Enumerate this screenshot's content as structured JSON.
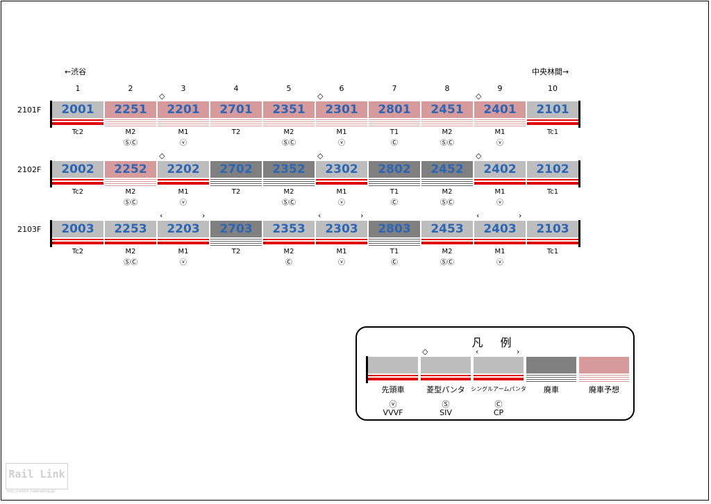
{
  "header": {
    "left_dir": "←渋谷",
    "right_dir": "中央林間→",
    "positions": [
      "1",
      "2",
      "3",
      "4",
      "5",
      "6",
      "7",
      "8",
      "9",
      "10"
    ]
  },
  "formations": [
    {
      "label": "2101F",
      "cars": [
        {
          "num": "2001",
          "type": "Tc2",
          "equip": "",
          "style": "gray",
          "bottom": "red",
          "panta": ""
        },
        {
          "num": "2251",
          "type": "M2",
          "equip": "ⓈⒸ",
          "style": "pink",
          "bottom": "lines-pink",
          "panta": ""
        },
        {
          "num": "2201",
          "type": "M1",
          "equip": "ⓥ",
          "style": "pink",
          "bottom": "lines-pink",
          "panta": "◇"
        },
        {
          "num": "2701",
          "type": "T2",
          "equip": "",
          "style": "pink",
          "bottom": "lines-pink",
          "panta": ""
        },
        {
          "num": "2351",
          "type": "M2",
          "equip": "ⓈⒸ",
          "style": "pink",
          "bottom": "lines-pink",
          "panta": ""
        },
        {
          "num": "2301",
          "type": "M1",
          "equip": "ⓥ",
          "style": "pink",
          "bottom": "lines-pink",
          "panta": "◇"
        },
        {
          "num": "2801",
          "type": "T1",
          "equip": "Ⓒ",
          "style": "pink",
          "bottom": "lines-pink",
          "panta": ""
        },
        {
          "num": "2451",
          "type": "M2",
          "equip": "ⓈⒸ",
          "style": "pink",
          "bottom": "lines-pink",
          "panta": ""
        },
        {
          "num": "2401",
          "type": "M1",
          "equip": "ⓥ",
          "style": "pink",
          "bottom": "lines-pink",
          "panta": "◇"
        },
        {
          "num": "2101",
          "type": "Tc1",
          "equip": "",
          "style": "gray",
          "bottom": "red",
          "panta": ""
        }
      ]
    },
    {
      "label": "2102F",
      "cars": [
        {
          "num": "2002",
          "type": "Tc2",
          "equip": "",
          "style": "gray",
          "bottom": "red",
          "panta": ""
        },
        {
          "num": "2252",
          "type": "M2",
          "equip": "ⓈⒸ",
          "style": "pink",
          "bottom": "lines-pink",
          "panta": ""
        },
        {
          "num": "2202",
          "type": "M1",
          "equip": "ⓥ",
          "style": "gray",
          "bottom": "red",
          "panta": "◇"
        },
        {
          "num": "2702",
          "type": "T2",
          "equip": "",
          "style": "dark",
          "bottom": "lines-dark",
          "panta": ""
        },
        {
          "num": "2352",
          "type": "M2",
          "equip": "ⓈⒸ",
          "style": "dark",
          "bottom": "lines-dark",
          "panta": ""
        },
        {
          "num": "2302",
          "type": "M1",
          "equip": "ⓥ",
          "style": "gray",
          "bottom": "red",
          "panta": "◇"
        },
        {
          "num": "2802",
          "type": "T1",
          "equip": "Ⓒ",
          "style": "dark",
          "bottom": "lines-dark",
          "panta": ""
        },
        {
          "num": "2452",
          "type": "M2",
          "equip": "ⓈⒸ",
          "style": "dark",
          "bottom": "lines-dark",
          "panta": ""
        },
        {
          "num": "2402",
          "type": "M1",
          "equip": "ⓥ",
          "style": "gray",
          "bottom": "red",
          "panta": "◇"
        },
        {
          "num": "2102",
          "type": "Tc1",
          "equip": "",
          "style": "gray",
          "bottom": "red",
          "panta": ""
        }
      ]
    },
    {
      "label": "2103F",
      "cars": [
        {
          "num": "2003",
          "type": "Tc2",
          "equip": "",
          "style": "gray",
          "bottom": "red",
          "panta": ""
        },
        {
          "num": "2253",
          "type": "M2",
          "equip": "ⓈⒸ",
          "style": "gray",
          "bottom": "red",
          "panta": ""
        },
        {
          "num": "2203",
          "type": "M1",
          "equip": "ⓥ",
          "style": "gray",
          "bottom": "red",
          "panta": "‹ ›"
        },
        {
          "num": "2703",
          "type": "T2",
          "equip": "",
          "style": "dark",
          "bottom": "lines-dark",
          "panta": ""
        },
        {
          "num": "2353",
          "type": "M2",
          "equip": "Ⓒ",
          "style": "gray",
          "bottom": "red",
          "panta": ""
        },
        {
          "num": "2303",
          "type": "M1",
          "equip": "ⓥ",
          "style": "gray",
          "bottom": "red",
          "panta": "‹ ›"
        },
        {
          "num": "2803",
          "type": "T1",
          "equip": "Ⓒ",
          "style": "dark",
          "bottom": "lines-dark",
          "panta": ""
        },
        {
          "num": "2453",
          "type": "M2",
          "equip": "ⓈⒸ",
          "style": "gray",
          "bottom": "red",
          "panta": ""
        },
        {
          "num": "2403",
          "type": "M1",
          "equip": "ⓥ",
          "style": "gray",
          "bottom": "red",
          "panta": "‹ ›"
        },
        {
          "num": "2103",
          "type": "Tc1",
          "equip": "",
          "style": "gray",
          "bottom": "red",
          "panta": ""
        }
      ]
    }
  ],
  "legend": {
    "title": "凡 例",
    "items": [
      {
        "label": "先頭車",
        "style": "gray",
        "bottom": "red",
        "mark": "",
        "endbar": true
      },
      {
        "label": "菱型パンタ",
        "style": "gray",
        "bottom": "red",
        "mark": "◇",
        "endbar": false
      },
      {
        "label": "シングルアームパンタ",
        "style": "gray",
        "bottom": "red",
        "mark": "‹ ›",
        "endbar": false
      },
      {
        "label": "廃車",
        "style": "dark",
        "bottom": "lines-dark",
        "mark": "",
        "endbar": false
      },
      {
        "label": "廃車予想",
        "style": "pink",
        "bottom": "lines-pink",
        "mark": "",
        "endbar": false
      }
    ],
    "symbols": [
      {
        "symbol": "ⓥ",
        "label": "VVVF"
      },
      {
        "symbol": "Ⓢ",
        "label": "SIV"
      },
      {
        "symbol": "Ⓒ",
        "label": "CP"
      }
    ]
  },
  "logo": {
    "text": "Rail Link",
    "url": "http://raillink.hatenablog.jp/"
  },
  "colors": {
    "number": "#2a66b8",
    "gray": "#bdbdbd",
    "dark": "#808080",
    "pink": "#d79a9a",
    "red": "#e00000"
  }
}
